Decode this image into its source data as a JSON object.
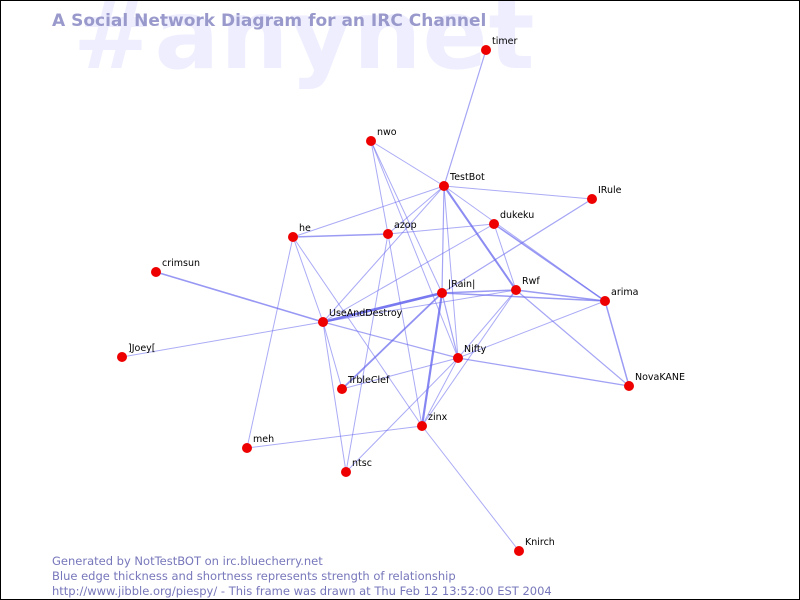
{
  "watermark": "#anynet",
  "title": "A Social Network Diagram for an IRC Channel",
  "footer": {
    "line1": "Generated by NotTestBOT on irc.bluecherry.net",
    "line2": "Blue edge thickness and shortness represents strength of relationship",
    "line3": "http://www.jibble.org/piespy/ - This frame was drawn at Thu Feb 12 13:52:00 EST 2004"
  },
  "colors": {
    "node": "#ee0000",
    "edge": "#6666ee",
    "watermark": "#eeeeff",
    "title": "#9999cc",
    "footer": "#7777bb"
  },
  "nodes": [
    {
      "id": "timer",
      "label": "timer"
    },
    {
      "id": "nwo",
      "label": "nwo"
    },
    {
      "id": "TestBot",
      "label": "TestBot"
    },
    {
      "id": "IRule",
      "label": "IRule"
    },
    {
      "id": "dukeku",
      "label": "dukeku"
    },
    {
      "id": "he",
      "label": "he"
    },
    {
      "id": "azop",
      "label": "azop"
    },
    {
      "id": "crimsun",
      "label": "crimsun"
    },
    {
      "id": "Rain",
      "label": "|Rain|"
    },
    {
      "id": "Rwf",
      "label": "Rwf"
    },
    {
      "id": "arima",
      "label": "arima"
    },
    {
      "id": "UseAndDestroy",
      "label": "UseAndDestroy"
    },
    {
      "id": "Joey",
      "label": "]Joey["
    },
    {
      "id": "Nifty",
      "label": "Nifty"
    },
    {
      "id": "NovaKANE",
      "label": "NovaKANE"
    },
    {
      "id": "TrbleClef",
      "label": "TrbleClef"
    },
    {
      "id": "zinx",
      "label": "zinx"
    },
    {
      "id": "meh",
      "label": "meh"
    },
    {
      "id": "ntsc",
      "label": "ntsc"
    },
    {
      "id": "Knirch",
      "label": "Knirch"
    }
  ],
  "edges": [
    {
      "source": "timer",
      "target": "TestBot",
      "weight": 1.2
    },
    {
      "source": "nwo",
      "target": "TestBot",
      "weight": 1
    },
    {
      "source": "nwo",
      "target": "azop",
      "weight": 1
    },
    {
      "source": "nwo",
      "target": "Rain",
      "weight": 1
    },
    {
      "source": "nwo",
      "target": "Nifty",
      "weight": 1
    },
    {
      "source": "TestBot",
      "target": "he",
      "weight": 1
    },
    {
      "source": "TestBot",
      "target": "azop",
      "weight": 1
    },
    {
      "source": "TestBot",
      "target": "IRule",
      "weight": 1
    },
    {
      "source": "TestBot",
      "target": "Rwf",
      "weight": 2
    },
    {
      "source": "TestBot",
      "target": "Rain",
      "weight": 1.2
    },
    {
      "source": "TestBot",
      "target": "UseAndDestroy",
      "weight": 1
    },
    {
      "source": "TestBot",
      "target": "Nifty",
      "weight": 1
    },
    {
      "source": "TestBot",
      "target": "arima",
      "weight": 1
    },
    {
      "source": "IRule",
      "target": "Rain",
      "weight": 1.2
    },
    {
      "source": "dukeku",
      "target": "azop",
      "weight": 1
    },
    {
      "source": "dukeku",
      "target": "arima",
      "weight": 1.6
    },
    {
      "source": "dukeku",
      "target": "Rwf",
      "weight": 1
    },
    {
      "source": "dukeku",
      "target": "UseAndDestroy",
      "weight": 1
    },
    {
      "source": "he",
      "target": "azop",
      "weight": 1.5
    },
    {
      "source": "he",
      "target": "UseAndDestroy",
      "weight": 1
    },
    {
      "source": "he",
      "target": "zinx",
      "weight": 1
    },
    {
      "source": "he",
      "target": "meh",
      "weight": 1
    },
    {
      "source": "azop",
      "target": "zinx",
      "weight": 1
    },
    {
      "source": "azop",
      "target": "ntsc",
      "weight": 1
    },
    {
      "source": "crimsun",
      "target": "UseAndDestroy",
      "weight": 1.6
    },
    {
      "source": "Joey",
      "target": "UseAndDestroy",
      "weight": 1
    },
    {
      "source": "UseAndDestroy",
      "target": "Rain",
      "weight": 2.6
    },
    {
      "source": "UseAndDestroy",
      "target": "Nifty",
      "weight": 1.2
    },
    {
      "source": "UseAndDestroy",
      "target": "TrbleClef",
      "weight": 1
    },
    {
      "source": "UseAndDestroy",
      "target": "ntsc",
      "weight": 1
    },
    {
      "source": "UseAndDestroy",
      "target": "Rwf",
      "weight": 1
    },
    {
      "source": "Rain",
      "target": "Rwf",
      "weight": 1.5
    },
    {
      "source": "Rain",
      "target": "arima",
      "weight": 1.5
    },
    {
      "source": "Rain",
      "target": "Nifty",
      "weight": 1.2
    },
    {
      "source": "Rain",
      "target": "TrbleClef",
      "weight": 1.8
    },
    {
      "source": "Rain",
      "target": "zinx",
      "weight": 2.2
    },
    {
      "source": "Rwf",
      "target": "arima",
      "weight": 1.5
    },
    {
      "source": "Rwf",
      "target": "Nifty",
      "weight": 1
    },
    {
      "source": "Rwf",
      "target": "NovaKANE",
      "weight": 1.2
    },
    {
      "source": "Rwf",
      "target": "zinx",
      "weight": 1
    },
    {
      "source": "arima",
      "target": "Nifty",
      "weight": 1
    },
    {
      "source": "arima",
      "target": "NovaKANE",
      "weight": 1.5
    },
    {
      "source": "Nifty",
      "target": "NovaKANE",
      "weight": 1.3
    },
    {
      "source": "Nifty",
      "target": "ntsc",
      "weight": 1
    },
    {
      "source": "Nifty",
      "target": "zinx",
      "weight": 1
    },
    {
      "source": "Nifty",
      "target": "TrbleClef",
      "weight": 1
    },
    {
      "source": "zinx",
      "target": "meh",
      "weight": 1
    },
    {
      "source": "zinx",
      "target": "Knirch",
      "weight": 1
    }
  ]
}
